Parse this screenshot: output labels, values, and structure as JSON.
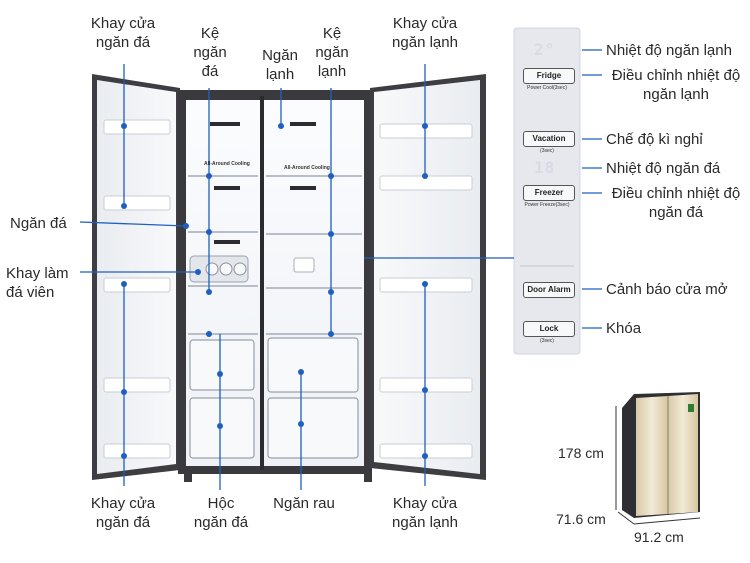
{
  "labels": {
    "top_left_tray": "Khay cửa\nngăn đá",
    "top_shelf_left": "Kệ\nngăn\nđá",
    "top_fridge": "Ngăn\nlạnh",
    "top_shelf_right": "Kệ\nngăn\nlạnh",
    "top_right_tray": "Khay cửa\nngăn lạnh",
    "freezer_compartment": "Ngăn đá",
    "ice_maker": "Khay làm\nđá viên",
    "bottom_left_tray": "Khay cửa\nngăn đá",
    "ice_box": "Hộc\nngăn đá",
    "vegetable_drawer": "Ngăn rau",
    "bottom_right_tray": "Khay cửa\nngăn lạnh"
  },
  "panel": {
    "lcd_fridge": "2°",
    "lcd_freezer": "18",
    "fridge_button": "Fridge",
    "fridge_sub": "Power Cool(3sec)",
    "vacation_button": "Vacation",
    "vacation_sub": "(3sec)",
    "freezer_button": "Freezer",
    "freezer_sub": "Power Freeze(3sec)",
    "door_alarm_button": "Door Alarm",
    "lock_button": "Lock",
    "lock_sub": "(3sec)"
  },
  "panel_labels": {
    "fridge_temp": "Nhiệt độ ngăn lạnh",
    "fridge_adjust": "Điều chỉnh nhiệt độ\nngăn lạnh",
    "vacation": "Chế độ kì nghỉ",
    "freezer_temp": "Nhiệt độ ngăn đá",
    "freezer_adjust": "Điều chỉnh nhiệt độ\nngăn đá",
    "door_alarm": "Cảnh báo cửa mở",
    "lock": "Khóa"
  },
  "interior_text": {
    "cooling_left": "All-Around Cooling",
    "cooling_right": "All-Around Cooling"
  },
  "dimensions": {
    "height": "178 cm",
    "depth": "71.6 cm",
    "width": "91.2 cm"
  },
  "colors": {
    "callout": "#1f5fbf",
    "cabinet_dark": "#3a3a3e",
    "interior": "#f3f5f8",
    "panel_bg": "#e6e8ee",
    "accent_gold": "#e8dcbf"
  }
}
